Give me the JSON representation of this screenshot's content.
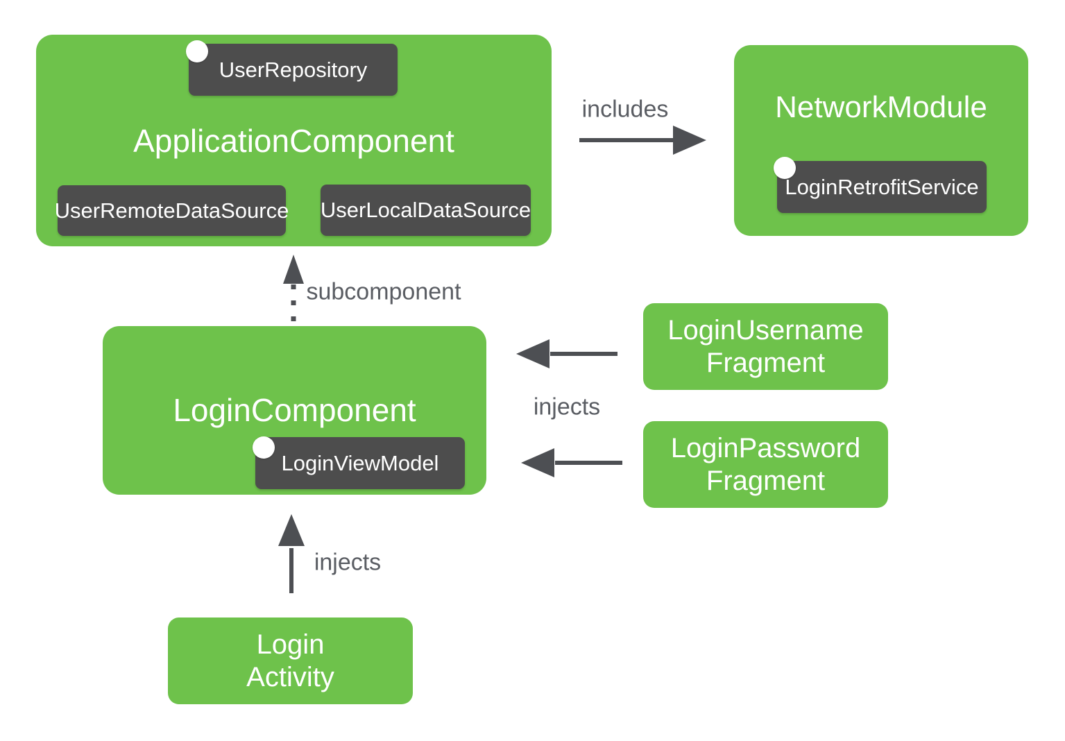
{
  "nodes": {
    "application_component": {
      "title": "ApplicationComponent"
    },
    "user_repository_badge": {
      "label": "UserRepository"
    },
    "user_remote_data_source_badge": {
      "label": "UserRemoteDataSource"
    },
    "user_local_data_source_badge": {
      "label": "UserLocalDataSource"
    },
    "network_module": {
      "title": "NetworkModule"
    },
    "login_retrofit_service_badge": {
      "label": "LoginRetrofitService"
    },
    "login_component": {
      "title": "LoginComponent"
    },
    "login_view_model_badge": {
      "label": "LoginViewModel"
    },
    "login_username_fragment": {
      "lines": [
        "LoginUsername",
        "Fragment"
      ]
    },
    "login_password_fragment": {
      "lines": [
        "LoginPassword",
        "Fragment"
      ]
    },
    "login_activity": {
      "lines": [
        "Login",
        "Activity"
      ]
    }
  },
  "edges": {
    "includes": {
      "label": "includes"
    },
    "subcomponent": {
      "label": "subcomponent"
    },
    "injects_fragments": {
      "label": "injects"
    },
    "injects_activity": {
      "label": "injects"
    }
  },
  "colors": {
    "component_green": "#6EC24B",
    "binding_dark_gray": "#4D4D4D",
    "arrow_gray": "#4D4F53",
    "edge_label_gray": "#5A5D63",
    "node_text_white": "#FFFFFF"
  }
}
